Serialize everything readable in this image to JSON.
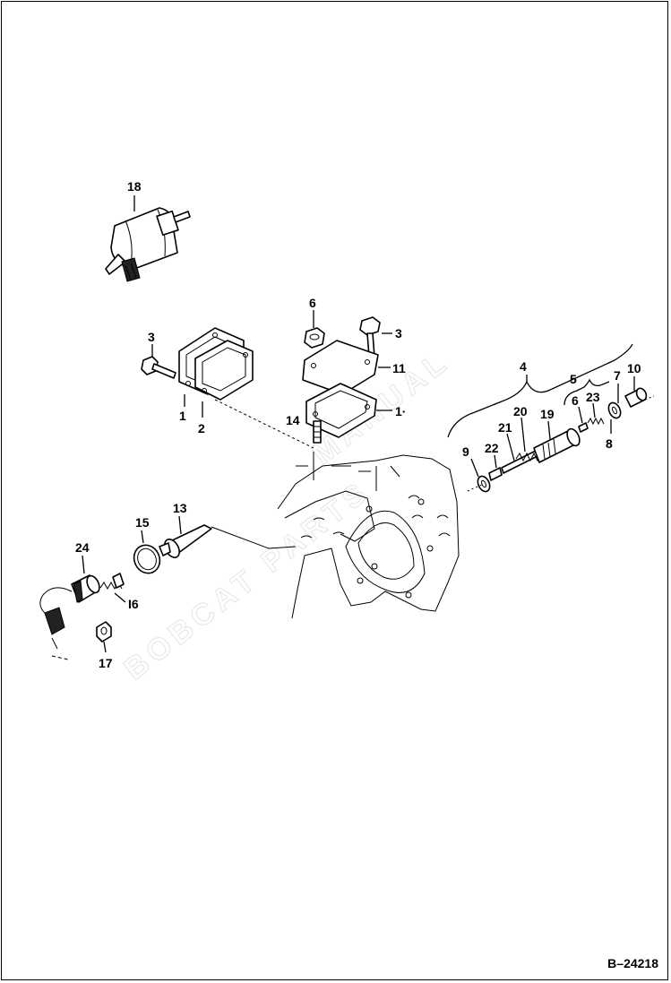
{
  "diagram": {
    "reference_code": "B–24218",
    "labels": [
      {
        "id": "18",
        "text": "18"
      },
      {
        "id": "3a",
        "text": "3"
      },
      {
        "id": "1",
        "text": "1"
      },
      {
        "id": "2",
        "text": "2"
      },
      {
        "id": "6a",
        "text": "6"
      },
      {
        "id": "3b",
        "text": "3"
      },
      {
        "id": "11",
        "text": "11"
      },
      {
        "id": "12",
        "text": "1·"
      },
      {
        "id": "14",
        "text": "14"
      },
      {
        "id": "4",
        "text": "4"
      },
      {
        "id": "5",
        "text": "5"
      },
      {
        "id": "7",
        "text": "7"
      },
      {
        "id": "10",
        "text": "10"
      },
      {
        "id": "23",
        "text": "23"
      },
      {
        "id": "6b",
        "text": "6"
      },
      {
        "id": "19",
        "text": "19"
      },
      {
        "id": "20",
        "text": "20"
      },
      {
        "id": "21",
        "text": "21"
      },
      {
        "id": "22",
        "text": "22"
      },
      {
        "id": "9",
        "text": "9"
      },
      {
        "id": "8",
        "text": "8"
      },
      {
        "id": "13",
        "text": "13"
      },
      {
        "id": "15",
        "text": "15"
      },
      {
        "id": "24",
        "text": "24"
      },
      {
        "id": "16",
        "text": "I6"
      },
      {
        "id": "17",
        "text": "17"
      }
    ]
  }
}
